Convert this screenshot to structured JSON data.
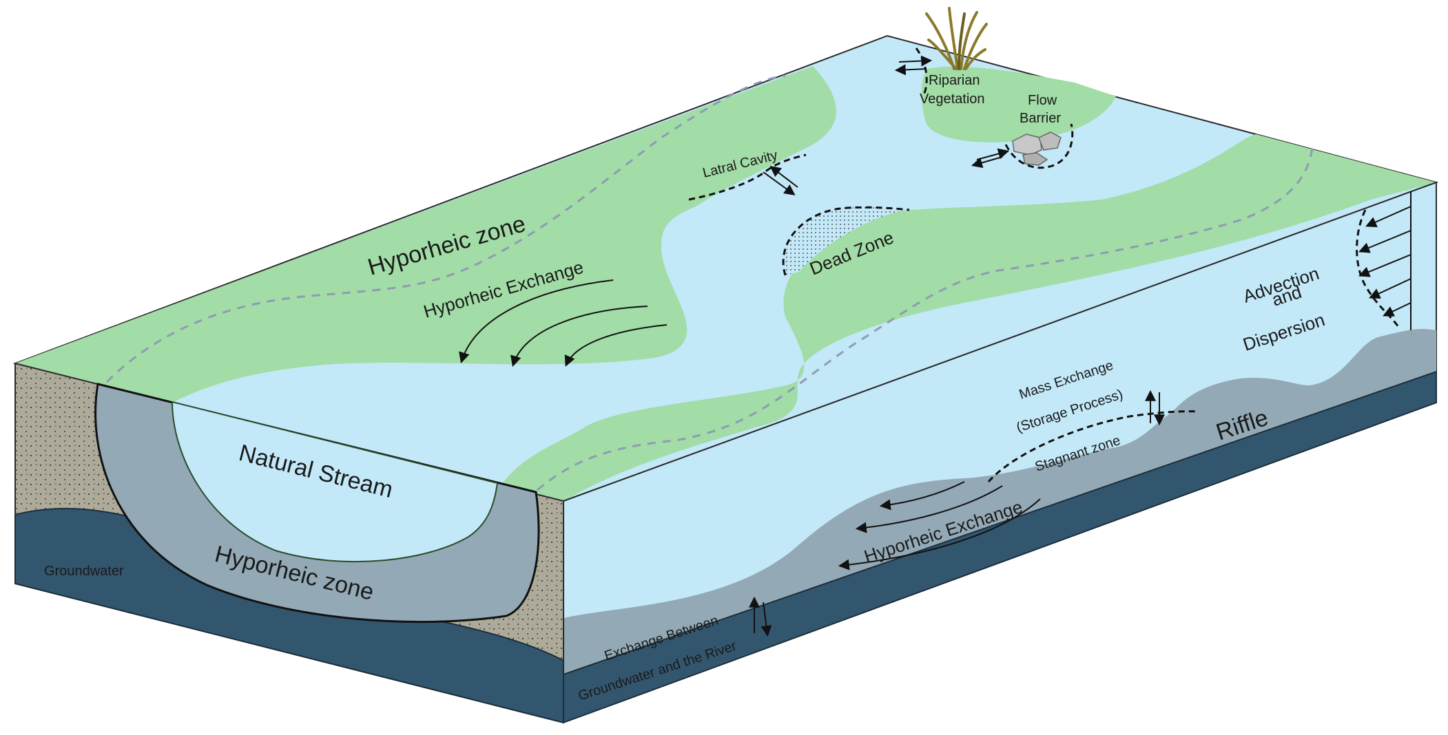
{
  "labels": {
    "hyporheic_zone_top": "Hyporheic zone",
    "hyporheic_exchange_top": "Hyporheic Exchange",
    "latral_cavity": "Latral Cavity",
    "dead_zone": "Dead Zone",
    "riparian_1": "Riparian",
    "riparian_2": "Vegetation",
    "flow_barrier_1": "Flow",
    "flow_barrier_2": "Barrier",
    "advection_1": "Advection",
    "advection_2": "and",
    "advection_3": "Dispersion",
    "mass_exchange_1": "Mass Exchange",
    "mass_exchange_2": "(Storage Process)",
    "stagnant_zone": "Stagnant zone",
    "riffle": "Riffle",
    "hyporheic_exchange_side": "Hyporheic Exchange",
    "exchange_between": "Exchange Between",
    "groundwater_and_river": "Groundwater and the River",
    "natural_stream": "Natural Stream",
    "hyporheic_zone_front": "Hyporheic zone",
    "groundwater": "Groundwater"
  },
  "colors": {
    "floodplain": "#a2dca6",
    "water": "#c3e8f8",
    "hyporheic": "#93a9b5",
    "groundwater": "#33566f",
    "sediment": "#aeaa9a",
    "dashed_path": "#8e9bb4"
  }
}
